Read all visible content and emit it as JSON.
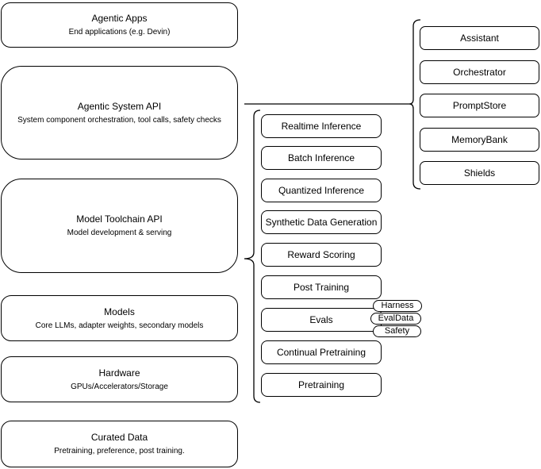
{
  "stack_layers": [
    {
      "title": "Agentic Apps",
      "subtitle": "End applications (e.g. Devin)"
    },
    {
      "title": "Agentic System API",
      "subtitle": "System component orchestration, tool calls, safety checks"
    },
    {
      "title": "Model Toolchain API",
      "subtitle": "Model development & serving"
    },
    {
      "title": "Models",
      "subtitle": "Core LLMs, adapter weights, secondary models"
    },
    {
      "title": "Hardware",
      "subtitle": "GPUs/Accelerators/Storage"
    },
    {
      "title": "Curated Data",
      "subtitle": "Pretraining, preference, post training."
    }
  ],
  "toolchain_components": [
    {
      "label": "Realtime Inference"
    },
    {
      "label": "Batch Inference"
    },
    {
      "label": "Quantized Inference"
    },
    {
      "label": "Synthetic Data Generation"
    },
    {
      "label": "Reward Scoring"
    },
    {
      "label": "Post Training"
    },
    {
      "label": "Evals"
    },
    {
      "label": "Continual Pretraining"
    },
    {
      "label": "Pretraining"
    }
  ],
  "eval_tags": [
    {
      "label": "Harness"
    },
    {
      "label": "EvalData"
    },
    {
      "label": "Safety"
    }
  ],
  "system_components": [
    {
      "label": "Assistant"
    },
    {
      "label": "Orchestrator"
    },
    {
      "label": "PromptStore"
    },
    {
      "label": "MemoryBank"
    },
    {
      "label": "Shields"
    }
  ],
  "colors": {
    "stroke": "#000000",
    "fill": "#ffffff",
    "text": "#000000"
  }
}
